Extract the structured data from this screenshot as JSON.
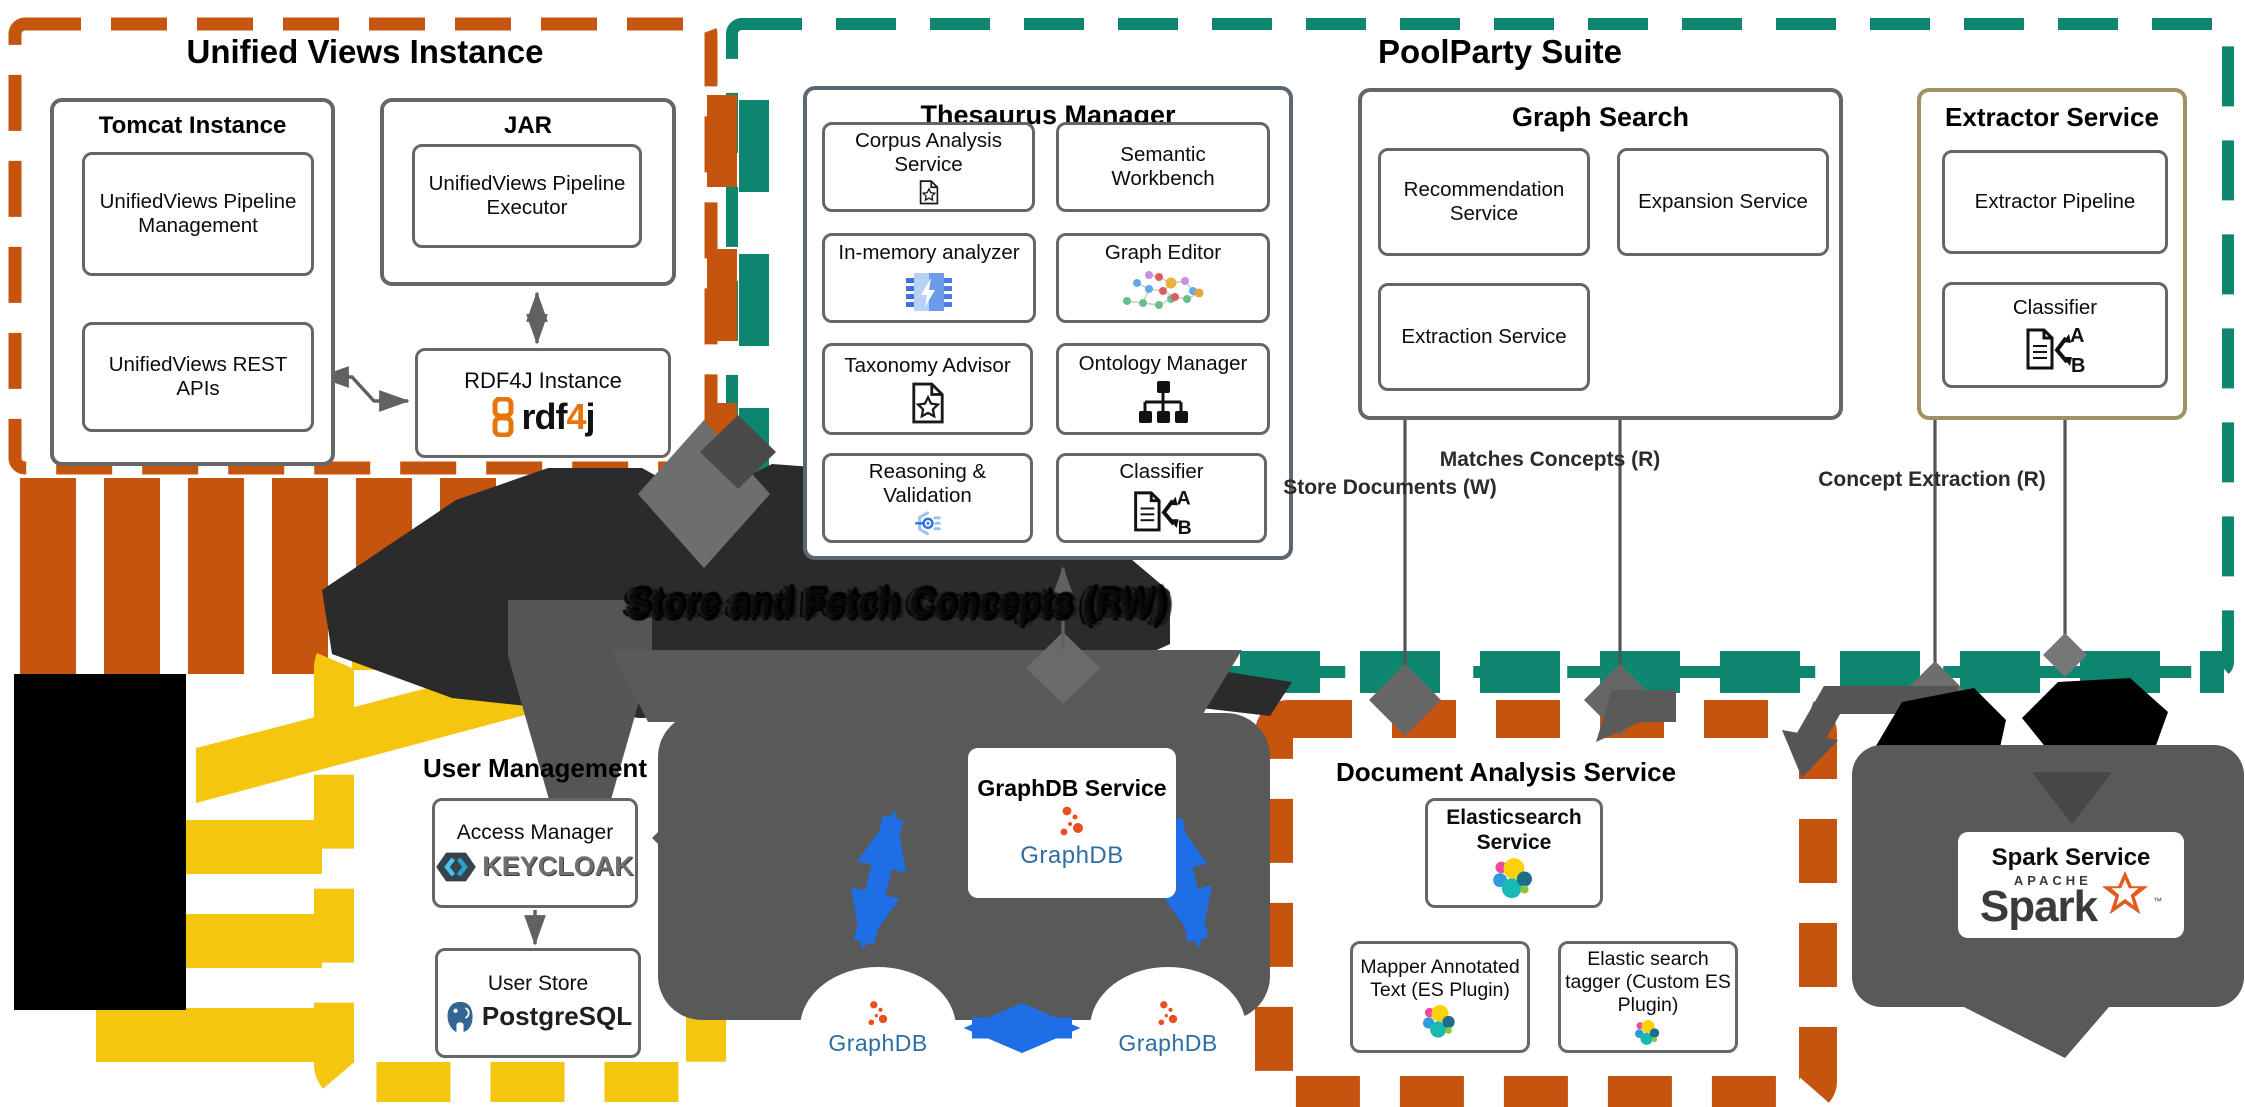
{
  "colors": {
    "uv_orange": "#C5540F",
    "poolparty_teal": "#0E866F",
    "user_mgmt_yellow": "#F5C610",
    "doc_analysis_orange": "#C5540F",
    "graphdb_gray": "#595959",
    "arrow_blue": "#1E6EE6",
    "extractor_tan": "#A09164",
    "thesaurus_border": "#5d6770",
    "rdf4j_orange": "#E8740C",
    "graphdb_dot_orange": "#E8501F",
    "graphdb_text_blue": "#2E6DA4",
    "keycloak_cyan": "#49C3EA",
    "postgres_blue": "#336791",
    "spark_orange": "#E25A1C",
    "thin_arrow_gray": "#616161"
  },
  "unified_views": {
    "title": "Unified Views Instance",
    "tomcat_title": "Tomcat Instance",
    "pipeline_mgmt": "UnifiedViews Pipeline Management",
    "rest_apis": "UnifiedViews REST APIs",
    "jar_title": "JAR",
    "pipeline_executor": "UnifiedViews Pipeline Executor",
    "rdf4j_title": "RDF4J Instance",
    "rdf4j_pre": "rdf",
    "rdf4j_num": "4",
    "rdf4j_post": "j"
  },
  "poolparty": {
    "title": "PoolParty Suite",
    "thesaurus": {
      "title": "Thesaurus Manager",
      "corpus": "Corpus Analysis Service",
      "semantic_workbench": "Semantic Workbench",
      "in_memory": "In-memory analyzer",
      "graph_editor": "Graph Editor",
      "taxonomy": "Taxonomy Advisor",
      "ontology": "Ontology Manager",
      "reasoning": "Reasoning & Validation",
      "classifier": "Classifier"
    },
    "graph_search": {
      "title": "Graph Search",
      "recommendation": "Recommendation Service",
      "expansion": "Expansion Service",
      "extraction": "Extraction Service"
    },
    "extractor": {
      "title": "Extractor Service",
      "pipeline": "Extractor Pipeline",
      "classifier": "Classifier"
    }
  },
  "edges": {
    "store_documents": "Store Documents (W)",
    "matches_concepts": "Matches Concepts (R)",
    "concept_extraction": "Concept Extraction (R)",
    "store_fetch": "Store and Fetch Concepts (RW)"
  },
  "user_management": {
    "title": "User Management",
    "access_manager": "Access Manager",
    "keycloak_logo": "KEYCLOAK",
    "user_store": "User Store",
    "postgres_logo": "PostgreSQL"
  },
  "graphdb": {
    "title": "GraphDB Service",
    "logo": "GraphDB"
  },
  "document_analysis": {
    "title": "Document Analysis Service",
    "elasticsearch": "Elasticsearch Service",
    "mapper": "Mapper Annotated Text (ES Plugin)",
    "tagger": "Elastic search tagger (Custom ES Plugin)"
  },
  "spark": {
    "title": "Spark Service",
    "apache": "APACHE",
    "logo": "Spark",
    "tm": "™"
  }
}
